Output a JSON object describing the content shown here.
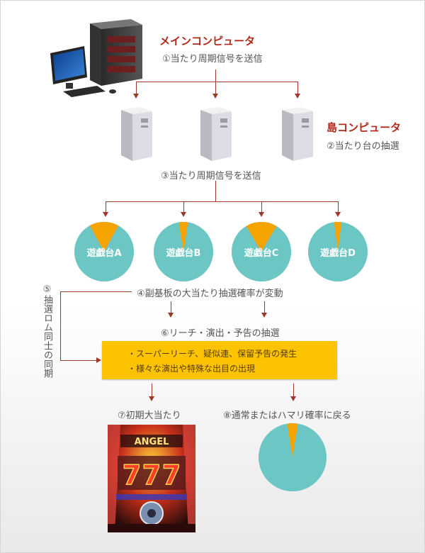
{
  "main_computer": {
    "title": "メインコンピュータ",
    "step1": "①当たり周期信号を送信"
  },
  "island_computer": {
    "title": "島コンピュータ",
    "step2": "②当たり台の抽選"
  },
  "step3": "③当たり周期信号を送信",
  "machines": [
    {
      "label": "遊戯台A",
      "fraction": 0.16
    },
    {
      "label": "遊戯台B",
      "fraction": 0.05
    },
    {
      "label": "遊戯台C",
      "fraction": 0.17
    },
    {
      "label": "遊戯台D",
      "fraction": 0.04
    }
  ],
  "step4": "④副基板の大当たり抽選確率が変動",
  "step5": "⑤抽選ロム同士の同期",
  "step6": "⑥リーチ・演出・予告の抽選",
  "box_lines": [
    "・スーパーリーチ、疑似連、保留予告の発生",
    "・様々な演出や特殊な出目の出現"
  ],
  "step7": "⑦初期大当たり",
  "step8": "⑧通常またはハマリ確率に戻る",
  "final_pie_fraction": 0.05,
  "colors": {
    "pie_teal": "#6cc6c4",
    "pie_wedge": "#f5a300",
    "title_red": "#b02a1c",
    "arrow": "#9b3a2a",
    "box_yellow": "#fcc400"
  }
}
